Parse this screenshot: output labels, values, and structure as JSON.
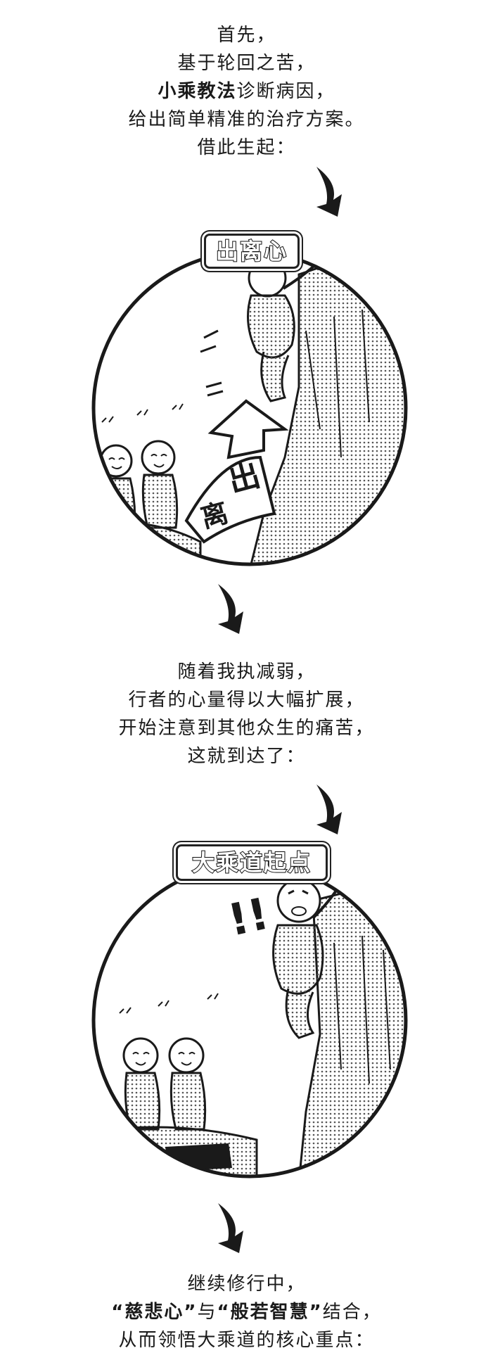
{
  "block1": {
    "line1": "首先，",
    "line2": "基于轮回之苦，",
    "line3_bold": "小乘教法",
    "line3_rest": "诊断病因，",
    "line4": "给出简单精准的治疗方案。",
    "line5": "借此生起："
  },
  "scene1": {
    "label": "出离心",
    "sign_text_1": "出",
    "sign_text_2": "离"
  },
  "block2": {
    "line1": "随着我执减弱，",
    "line2": "行者的心量得以大幅扩展，",
    "line3": "开始注意到其他众生的痛苦，",
    "line4": "这就到达了："
  },
  "scene2": {
    "label": "大乘道起点",
    "exclaim": "!!"
  },
  "block3": {
    "line1": "继续修行中，",
    "line2_q1": "“慈悲心”",
    "line2_mid": "与",
    "line2_q2": "“般若智慧”",
    "line2_rest": "结合，",
    "line3": "从而领悟大乘道的核心重点："
  },
  "colors": {
    "ink": "#1a1a1a",
    "shade": "#888888",
    "paper": "#ffffff"
  }
}
